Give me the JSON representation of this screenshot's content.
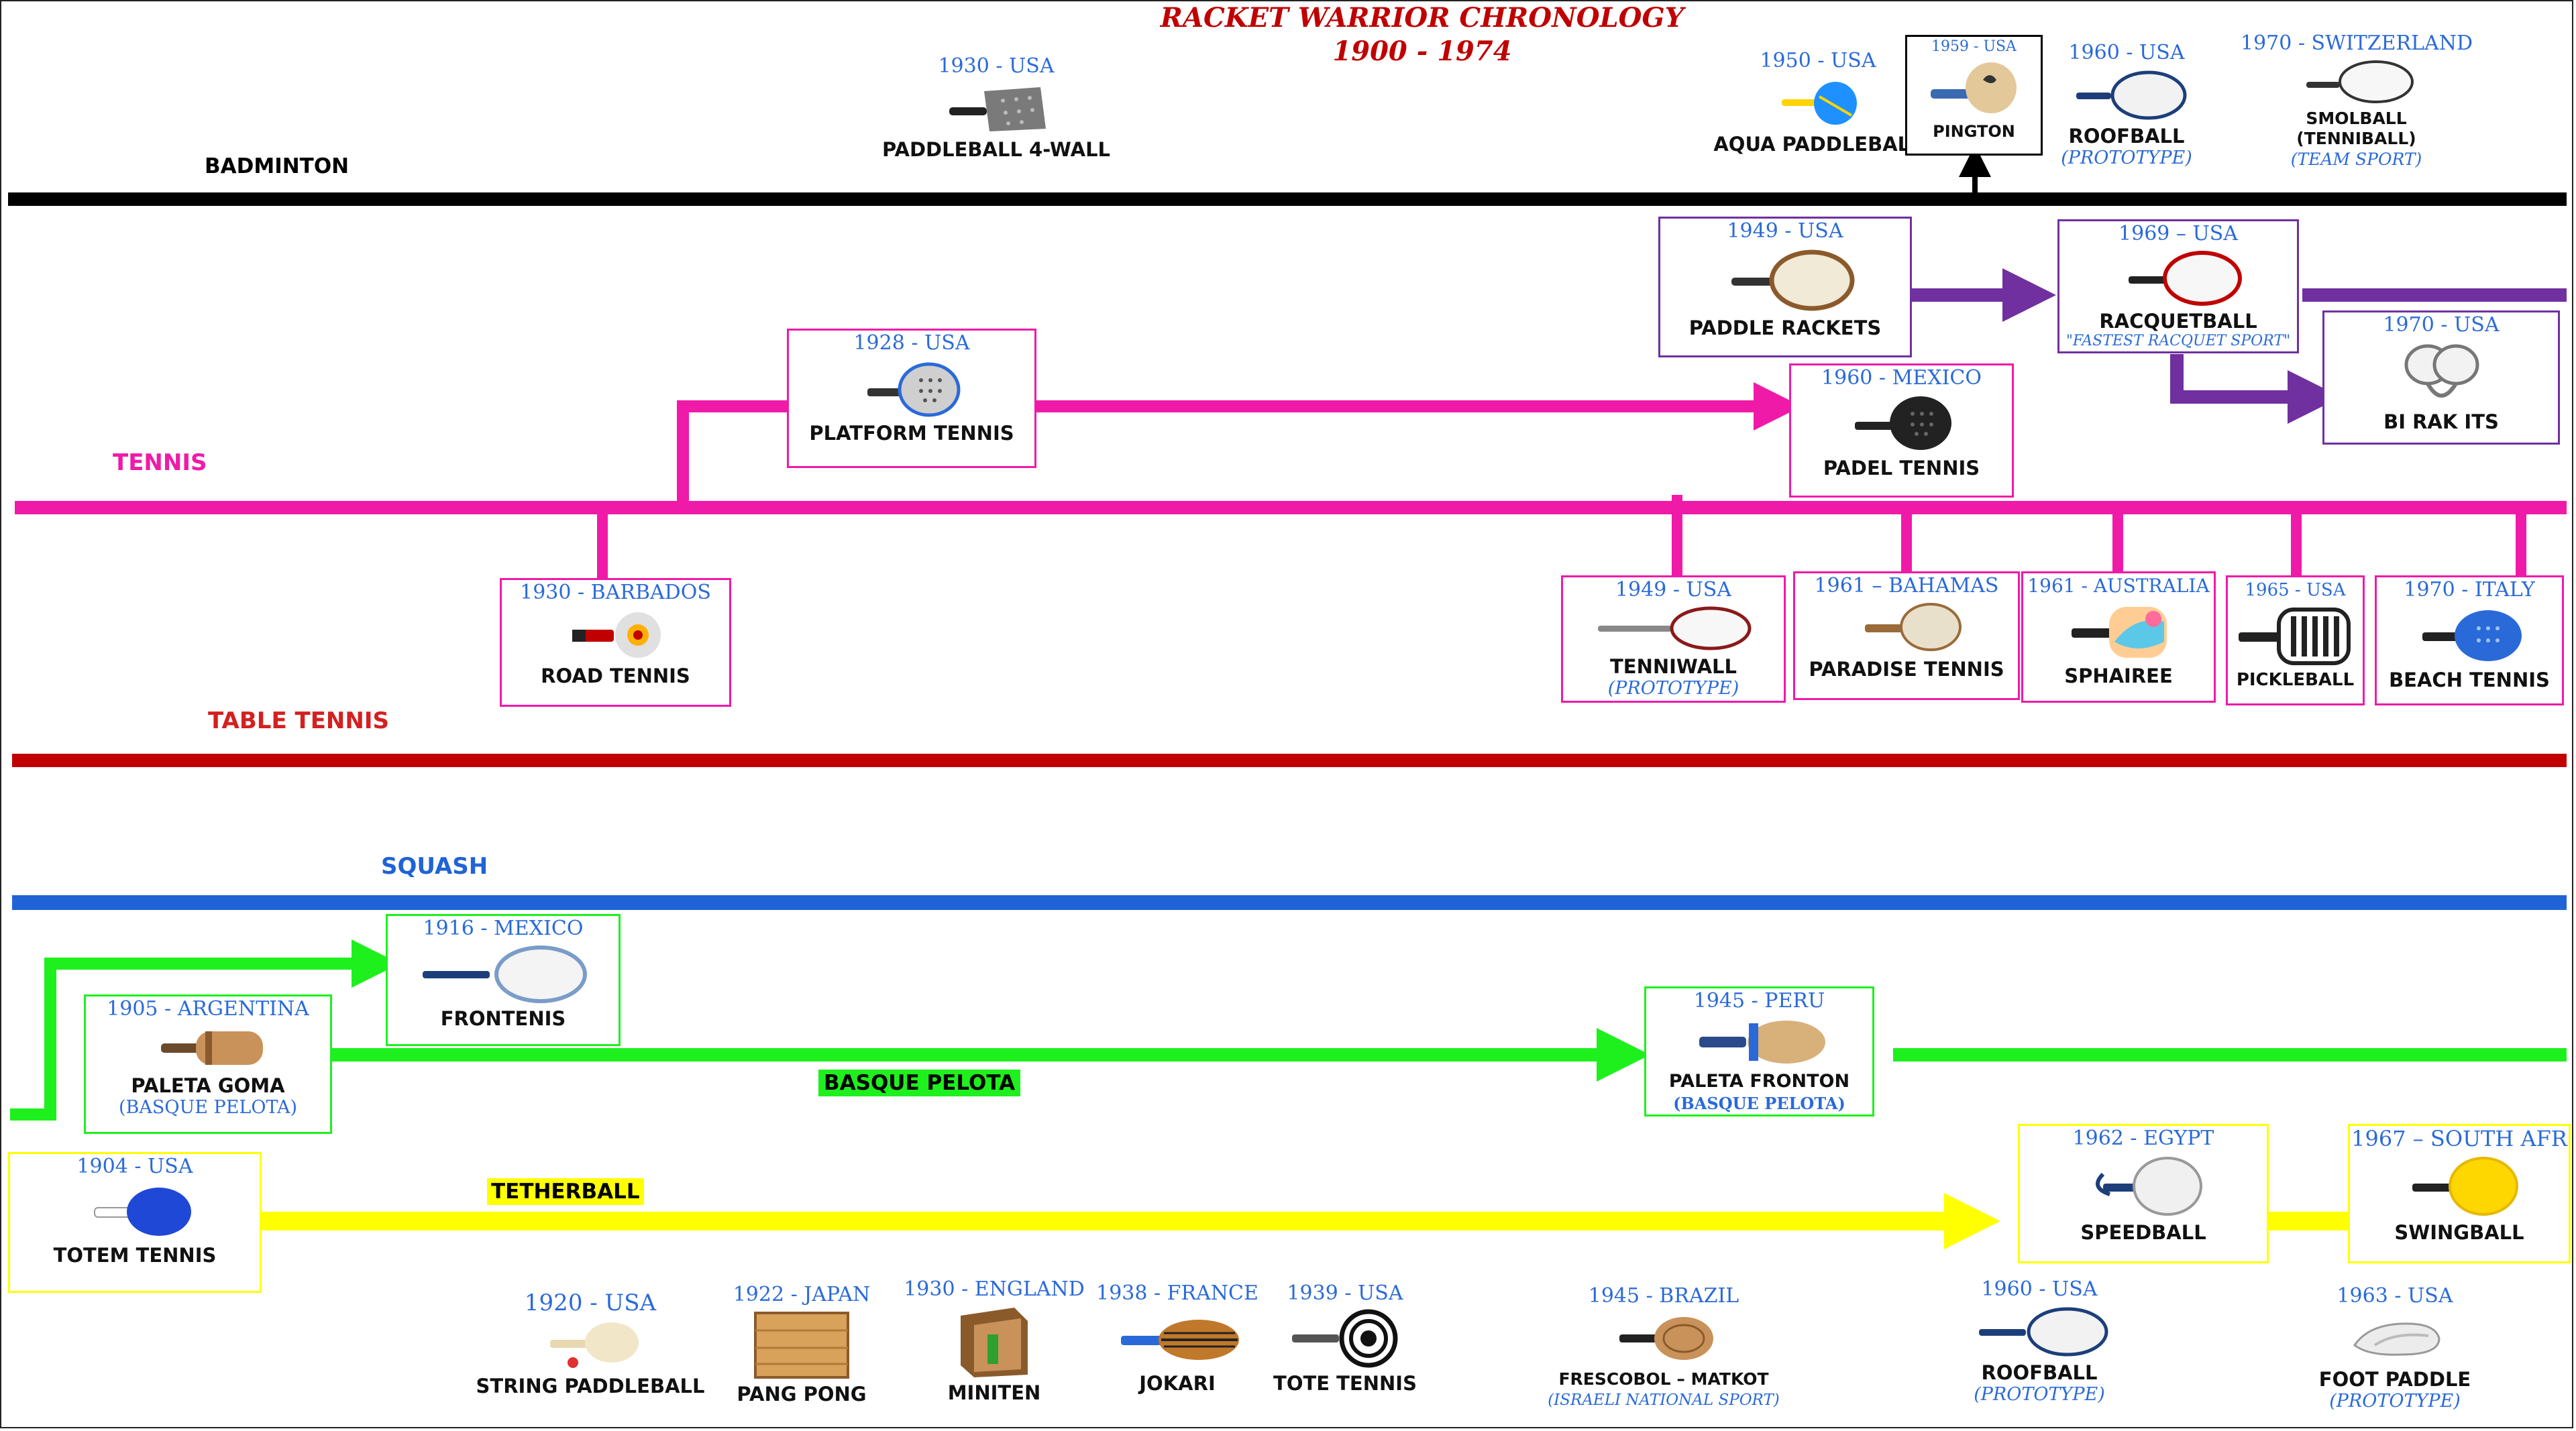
{
  "title": {
    "line1": "RACKET WARRIOR CHRONOLOGY",
    "line2": "1900  -  1974"
  },
  "lanes": {
    "badminton": "BADMINTON",
    "tennis": "TENNIS",
    "table_tennis": "TABLE TENNIS",
    "squash": "SQUASH",
    "basque_pelota": "BASQUE PELOTA",
    "tetherball": "TETHERBALL"
  },
  "colors": {
    "badminton": "#000000",
    "tennis": "#f01aa8",
    "table_tennis": "#c00000",
    "squash": "#1f63d6",
    "basque_pelota": "#1ef01e",
    "tetherball": "#ffff00",
    "purple": "#7030a0",
    "year_blue": "#2a6ad8"
  },
  "items": {
    "paddleball_4wall": {
      "year": "1930 - USA",
      "name": "PADDLEBALL 4-WALL",
      "icon": "paddle-icon"
    },
    "aqua_paddleball": {
      "year": "1950 - USA",
      "name": "AQUA PADDLEBALL",
      "icon": "paddle-icon"
    },
    "pington": {
      "year": "1959 - USA",
      "name": "PINGTON",
      "icon": "paddle-icon"
    },
    "roofball_top": {
      "year": "1960 - USA",
      "name": "ROOFBALL",
      "note": "(PROTOTYPE)",
      "icon": "racket-icon"
    },
    "smolball": {
      "year": "1970 - SWITZERLAND",
      "name1": "SMOLBALL",
      "name2": "(TENNIBALL)",
      "note": "(TEAM SPORT)",
      "icon": "racket-icon"
    },
    "paddle_rackets": {
      "year": "1949 - USA",
      "name": "PADDLE RACKETS",
      "icon": "racket-icon"
    },
    "racquetball": {
      "year": "1969 – USA",
      "name": "RACQUETBALL",
      "note": "\"FASTEST RACQUET SPORT\"",
      "icon": "racket-icon"
    },
    "bi_rak_its": {
      "year": "1970 - USA",
      "name": "BI RAK ITS",
      "icon": "racket-icon"
    },
    "platform_tennis": {
      "year": "1928 - USA",
      "name": "PLATFORM TENNIS",
      "icon": "paddle-icon"
    },
    "padel_tennis": {
      "year": "1960 - MEXICO",
      "name": "PADEL TENNIS",
      "icon": "paddle-icon"
    },
    "road_tennis": {
      "year": "1930 - BARBADOS",
      "name": "ROAD TENNIS",
      "icon": "paddle-icon"
    },
    "tenniwall": {
      "year": "1949 - USA",
      "name": "TENNIWALL",
      "note": "(PROTOTYPE)",
      "icon": "racket-icon"
    },
    "paradise_tennis": {
      "year": "1961 – BAHAMAS",
      "name": "PARADISE TENNIS",
      "icon": "paddle-icon"
    },
    "sphairee": {
      "year": "1961 - AUSTRALIA",
      "name": "SPHAIREE",
      "icon": "paddle-icon"
    },
    "pickleball": {
      "year": "1965 - USA",
      "name": "PICKLEBALL",
      "icon": "paddle-icon"
    },
    "beach_tennis": {
      "year": "1970 - ITALY",
      "name": "BEACH TENNIS",
      "icon": "paddle-icon"
    },
    "frontenis": {
      "year": "1916 - MEXICO",
      "name": "FRONTENIS",
      "icon": "racket-icon"
    },
    "paleta_goma": {
      "year": "1905 - ARGENTINA",
      "name": "PALETA GOMA",
      "note": "(BASQUE PELOTA)",
      "icon": "paddle-icon"
    },
    "paleta_fronton": {
      "year": "1945 - PERU",
      "name": "PALETA FRONTON",
      "note": "(BASQUE PELOTA)",
      "icon": "paddle-icon"
    },
    "totem_tennis": {
      "year": "1904 - USA",
      "name": "TOTEM TENNIS",
      "icon": "paddle-icon"
    },
    "speedball": {
      "year": "1962 - EGYPT",
      "name": "SPEEDBALL",
      "icon": "racket-icon"
    },
    "swingball": {
      "year": "1967 – SOUTH AFR",
      "name": "SWINGBALL",
      "icon": "racket-icon"
    },
    "string_paddleball": {
      "year": "1920 - USA",
      "name": "STRING PADDLEBALL",
      "icon": "paddle-icon"
    },
    "pang_pong": {
      "year": "1922 - JAPAN",
      "name": "PANG PONG",
      "icon": "board-icon"
    },
    "miniten": {
      "year": "1930 - ENGLAND",
      "name": "MINITEN",
      "icon": "board-icon"
    },
    "jokari": {
      "year": "1938 - FRANCE",
      "name": "JOKARI",
      "icon": "paddle-icon"
    },
    "tote_tennis": {
      "year": "1939 - USA",
      "name": "TOTE TENNIS",
      "icon": "paddle-icon"
    },
    "frescobol": {
      "year": "1945 - BRAZIL",
      "name": "FRESCOBOL – MATKOT",
      "note": "(ISRAELI NATIONAL SPORT)",
      "icon": "paddle-icon"
    },
    "roofball_bottom": {
      "year": "1960 - USA",
      "name": "ROOFBALL",
      "note": "(PROTOTYPE)",
      "icon": "racket-icon"
    },
    "foot_paddle": {
      "year": "1963 - USA",
      "name": "FOOT PADDLE",
      "note": "(PROTOTYPE)",
      "icon": "paddle-icon"
    }
  }
}
